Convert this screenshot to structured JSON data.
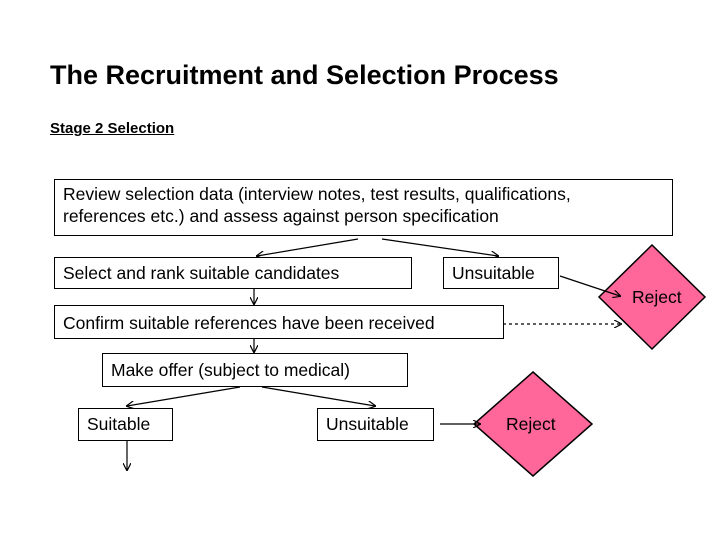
{
  "title": "The Recruitment and Selection Process",
  "subtitle": "Stage 2 Selection",
  "colors": {
    "reject_fill": "#ff6699",
    "line": "#000000",
    "box_fill": "#ffffff"
  },
  "nodes": {
    "review": {
      "line1": "Review selection data (interview notes, test results, qualifications,",
      "line2": "references etc.) and assess against person specification"
    },
    "select_rank": "Select and rank suitable candidates",
    "unsuitable_top": "Unsuitable",
    "reject_top": "Reject",
    "confirm_refs": "Confirm suitable references have been received",
    "make_offer": "Make offer (subject to medical)",
    "suitable": "Suitable",
    "unsuitable_bottom": "Unsuitable",
    "reject_bottom": "Reject"
  }
}
